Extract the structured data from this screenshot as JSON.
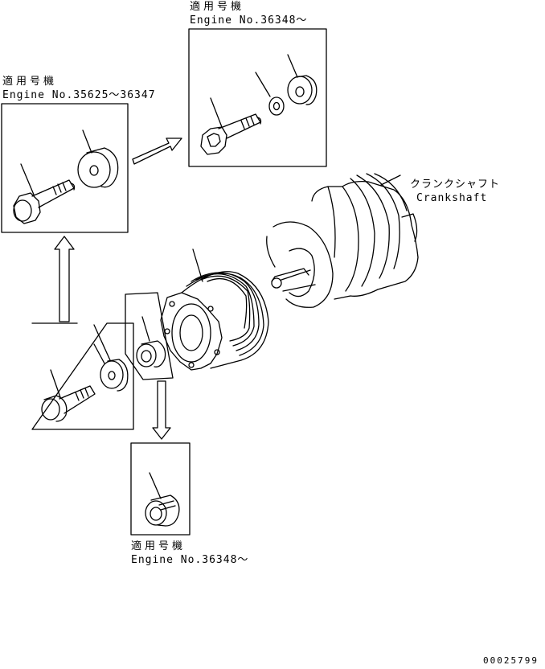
{
  "labels": {
    "top_right_jp": "適用号機",
    "top_right_engine": "Engine No.36348～",
    "top_left_jp": "適用号機",
    "top_left_engine": "Engine No.35625～36347",
    "bottom_jp": "適用号機",
    "bottom_engine": "Engine No.36348～",
    "crankshaft_jp": "クランクシャフト",
    "crankshaft_en": "Crankshaft"
  },
  "document_id": "00025799"
}
